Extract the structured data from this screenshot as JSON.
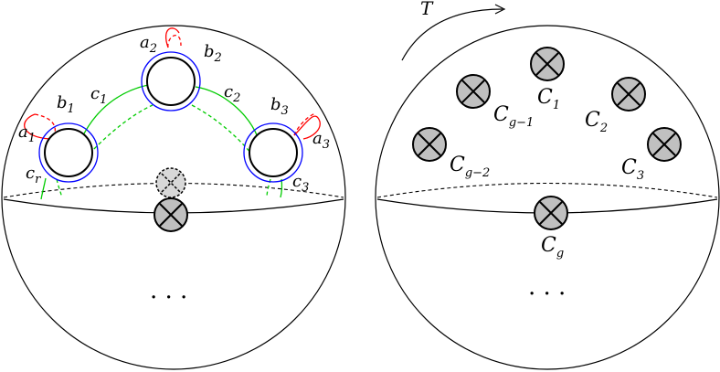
{
  "map_label": "T",
  "left_labels": {
    "a1": "a",
    "a1_sub": "1",
    "a2": "a",
    "a2_sub": "2",
    "a3": "a",
    "a3_sub": "3",
    "b1": "b",
    "b1_sub": "1",
    "b2": "b",
    "b2_sub": "2",
    "b3": "b",
    "b3_sub": "3",
    "c1": "c",
    "c1_sub": "1",
    "c2": "c",
    "c2_sub": "2",
    "c3": "c",
    "c3_sub": "3",
    "cr": "c",
    "cr_sub": "r",
    "dots": ". . ."
  },
  "right_labels": {
    "C1": "C",
    "C1_sub": "1",
    "C2": "C",
    "C2_sub": "2",
    "C3": "C",
    "C3_sub": "3",
    "Cg1": "C",
    "Cg1_sub": "g−1",
    "Cg2": "C",
    "Cg2_sub": "g−2",
    "Cg": "C",
    "Cg_sub": "g",
    "dots": ". . ."
  },
  "colors": {
    "a_curves": "#ff0000",
    "b_curves": "#0000ff",
    "c_curves": "#00cc00",
    "crosscap_fill": "#c0c0c0"
  }
}
